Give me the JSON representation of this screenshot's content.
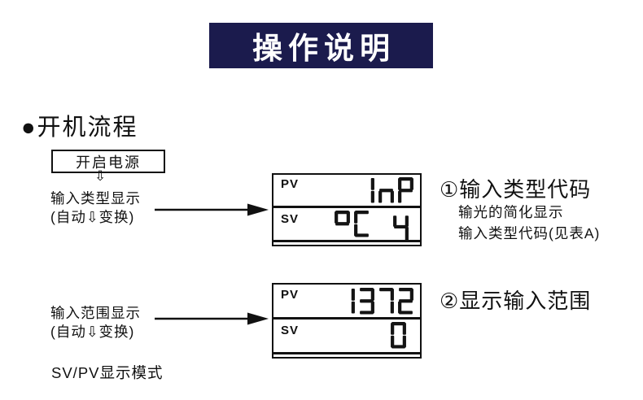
{
  "title": "操作说明",
  "section_title": "●开机流程",
  "flow": {
    "power_button": "开启电源",
    "down_arrow": "⇩",
    "step1": {
      "label_line1": "输入类型显示",
      "label_line2": "(自动⇩变换)",
      "display": {
        "pv_label": "PV",
        "pv_value": "InP",
        "sv_label": "SV",
        "sv_value": "oC y"
      },
      "note_title": "①输入类型代码",
      "note_line1": "输光的简化显示",
      "note_line2": "输入类型代码(见表A)"
    },
    "step2": {
      "label_line1": "输入范围显示",
      "label_line2": "(自动⇩变换)",
      "display": {
        "pv_label": "PV",
        "pv_value": "1372",
        "sv_label": "SV",
        "sv_value": "0"
      },
      "note_title": "②显示输入范围"
    },
    "footer_label": "SV/PV显示模式"
  },
  "colors": {
    "header_bg": "#1b1b4d",
    "header_text": "#ffffff",
    "ink": "#111111"
  }
}
